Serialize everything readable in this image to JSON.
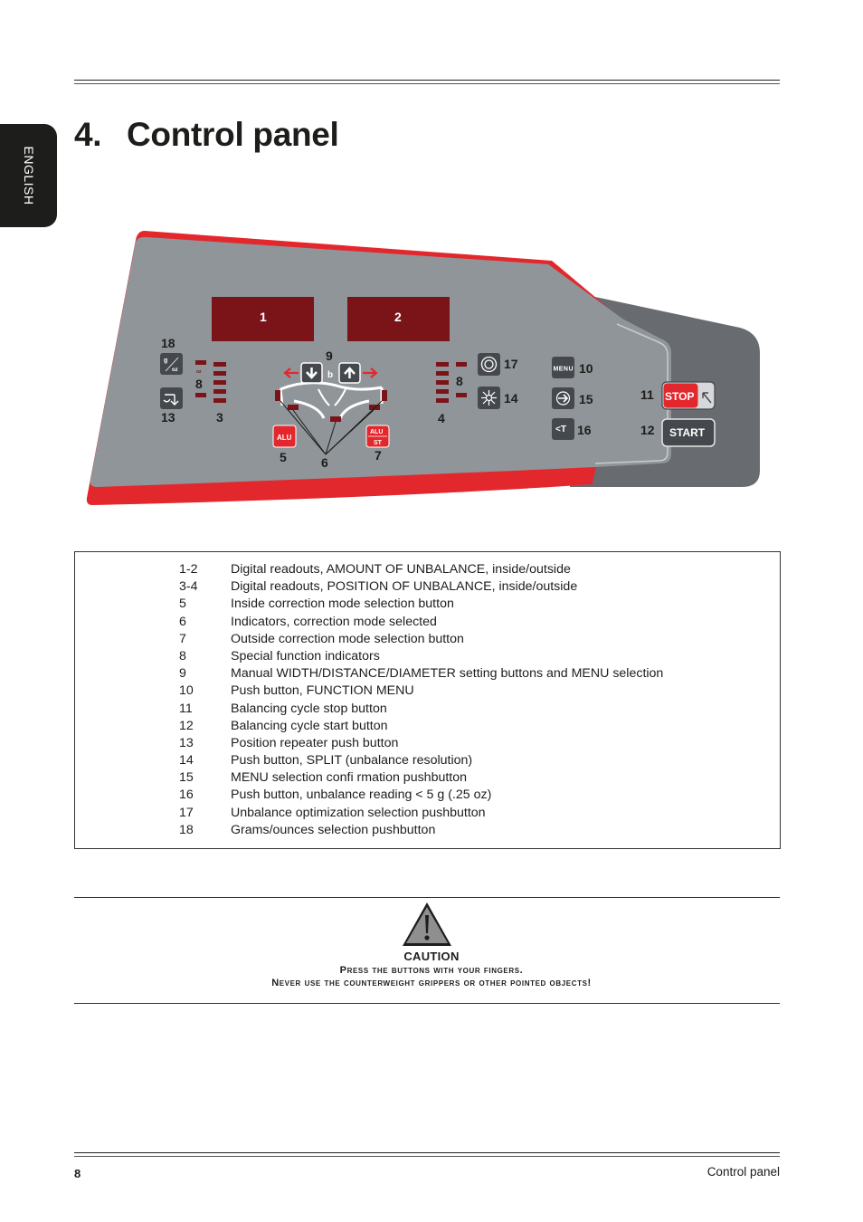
{
  "language_tab": "ENGLISH",
  "heading": {
    "number": "4.",
    "title": "Control panel"
  },
  "panel": {
    "display_inside_label": "1",
    "display_outside_label": "2",
    "callouts": {
      "c18": "18",
      "c13": "13",
      "c8_left": "8",
      "c3": "3",
      "c9": "9",
      "c4": "4",
      "c8_right": "8",
      "c17": "17",
      "c14": "14",
      "c10": "10",
      "c15": "15",
      "c16": "16",
      "c11": "11",
      "c12": "12",
      "c5": "5",
      "c6": "6",
      "c7": "7"
    },
    "button_labels": {
      "stop": "STOP",
      "start": "START",
      "menu": "MENU",
      "less_than_t": "<T",
      "alu": "ALU",
      "alu_st_top": "ALU",
      "alu_st_bottom": "ST",
      "grams": "g",
      "ounces": "oz",
      "b": "b"
    },
    "colors": {
      "red": "#e3282d",
      "panel_grey": "#909599",
      "dark_grey": "#686c70",
      "display": "#7a1419"
    }
  },
  "legend": [
    {
      "num": "1-2",
      "text": "Digital readouts, AMOUNT OF UNBALANCE, inside/outside"
    },
    {
      "num": "3-4",
      "text": "Digital readouts, POSITION OF UNBALANCE, inside/outside"
    },
    {
      "num": "5",
      "text": "Inside correction mode selection button"
    },
    {
      "num": "6",
      "text": "Indicators, correction mode selected"
    },
    {
      "num": "7",
      "text": "Outside correction mode selection button"
    },
    {
      "num": "8",
      "text": "Special function indicators"
    },
    {
      "num": "9",
      "text": "Manual WIDTH/DISTANCE/DIAMETER setting buttons and MENU selection"
    },
    {
      "num": "10",
      "text": "Push button, FUNCTION MENU"
    },
    {
      "num": "11",
      "text": "Balancing cycle stop button"
    },
    {
      "num": "12",
      "text": "Balancing cycle start button"
    },
    {
      "num": "13",
      "text": "Position repeater push button"
    },
    {
      "num": "14",
      "text": "Push button, SPLIT (unbalance resolution)"
    },
    {
      "num": "15",
      "text": "MENU selection confi rmation pushbutton"
    },
    {
      "num": "16",
      "text": "Push button, unbalance reading < 5 g (.25 oz)"
    },
    {
      "num": "17",
      "text": "Unbalance optimization selection pushbutton"
    },
    {
      "num": "18",
      "text": "Grams/ounces selection pushbutton"
    }
  ],
  "caution": {
    "title": "CAUTION",
    "line1": "Press the buttons with your fingers.",
    "line2": "Never use the counterweight grippers or other pointed objects!"
  },
  "footer": {
    "page_number": "8",
    "section": "Control panel"
  }
}
